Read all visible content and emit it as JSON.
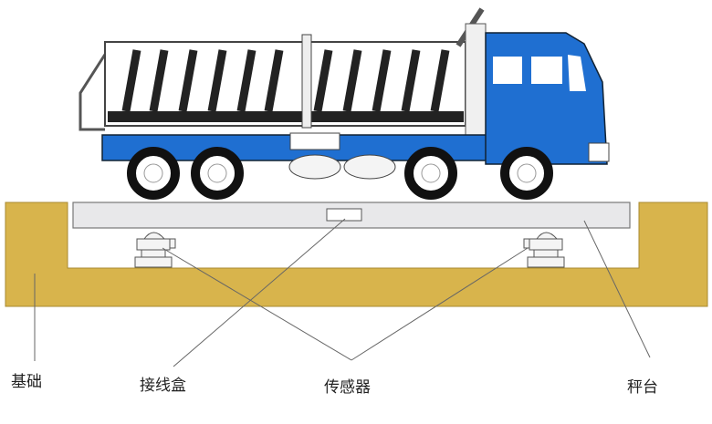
{
  "labels": {
    "foundation": "基础",
    "junction_box": "接线盒",
    "sensor": "传感器",
    "platform": "秤台"
  },
  "colors": {
    "truck_blue": "#1f6fd1",
    "foundation_gold": "#d8b44c",
    "platform_gray": "#e6e6e6"
  }
}
